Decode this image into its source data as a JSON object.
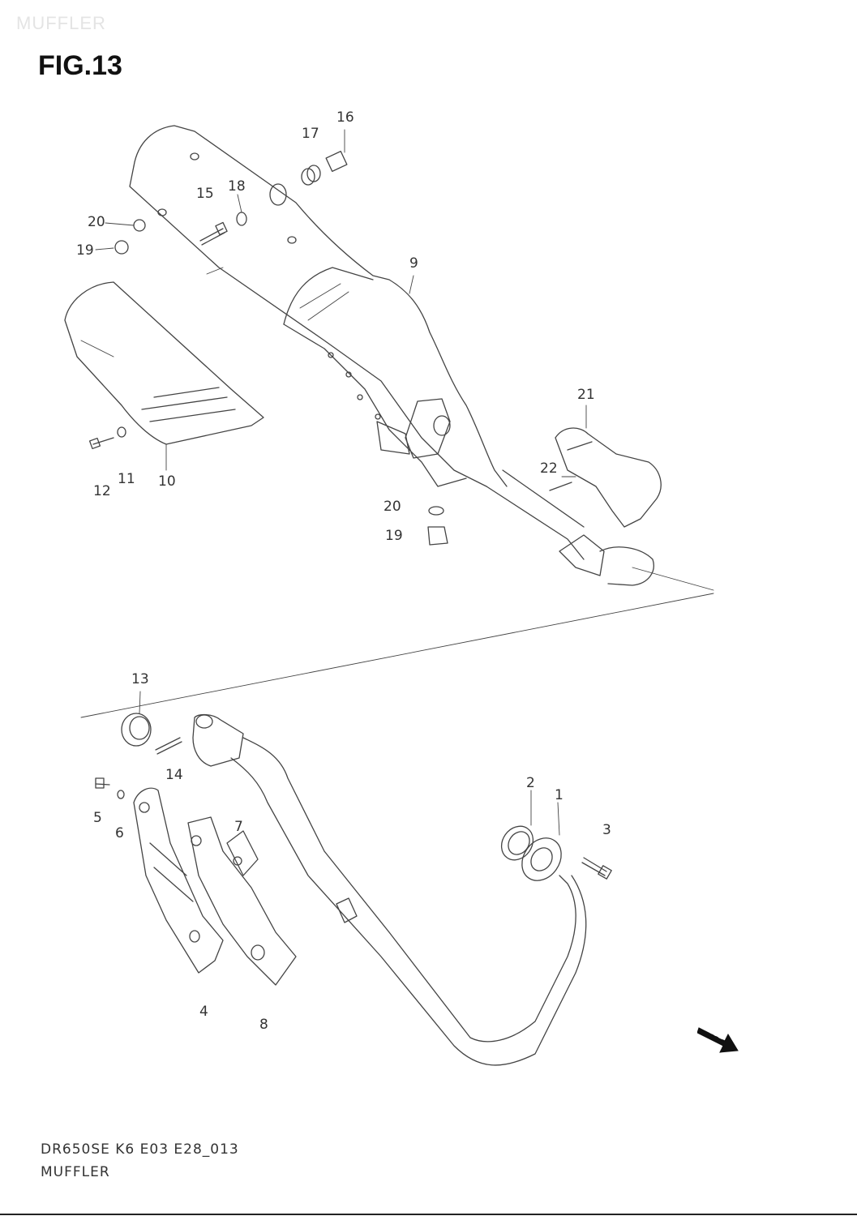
{
  "header": {
    "watermark": "MUFFLER",
    "figure_title": "FIG.13"
  },
  "callouts": [
    {
      "id": "16",
      "label": "16"
    },
    {
      "id": "17",
      "label": "17"
    },
    {
      "id": "18",
      "label": "18"
    },
    {
      "id": "15",
      "label": "15"
    },
    {
      "id": "20a",
      "label": "20"
    },
    {
      "id": "19a",
      "label": "19"
    },
    {
      "id": "9",
      "label": "9"
    },
    {
      "id": "21",
      "label": "21"
    },
    {
      "id": "22",
      "label": "22"
    },
    {
      "id": "20b",
      "label": "20"
    },
    {
      "id": "19b",
      "label": "19"
    },
    {
      "id": "11",
      "label": "11"
    },
    {
      "id": "10",
      "label": "10"
    },
    {
      "id": "12",
      "label": "12"
    },
    {
      "id": "13",
      "label": "13"
    },
    {
      "id": "14",
      "label": "14"
    },
    {
      "id": "5",
      "label": "5"
    },
    {
      "id": "6",
      "label": "6"
    },
    {
      "id": "7",
      "label": "7"
    },
    {
      "id": "2",
      "label": "2"
    },
    {
      "id": "1",
      "label": "1"
    },
    {
      "id": "3",
      "label": "3"
    },
    {
      "id": "4",
      "label": "4"
    },
    {
      "id": "8",
      "label": "8"
    }
  ],
  "footer": {
    "diagram_code": "DR650SE K6 E03 E28_013",
    "section_name": "MUFFLER"
  },
  "forward_badge": {
    "text": "FWD",
    "icon": "forward-arrow-icon"
  }
}
